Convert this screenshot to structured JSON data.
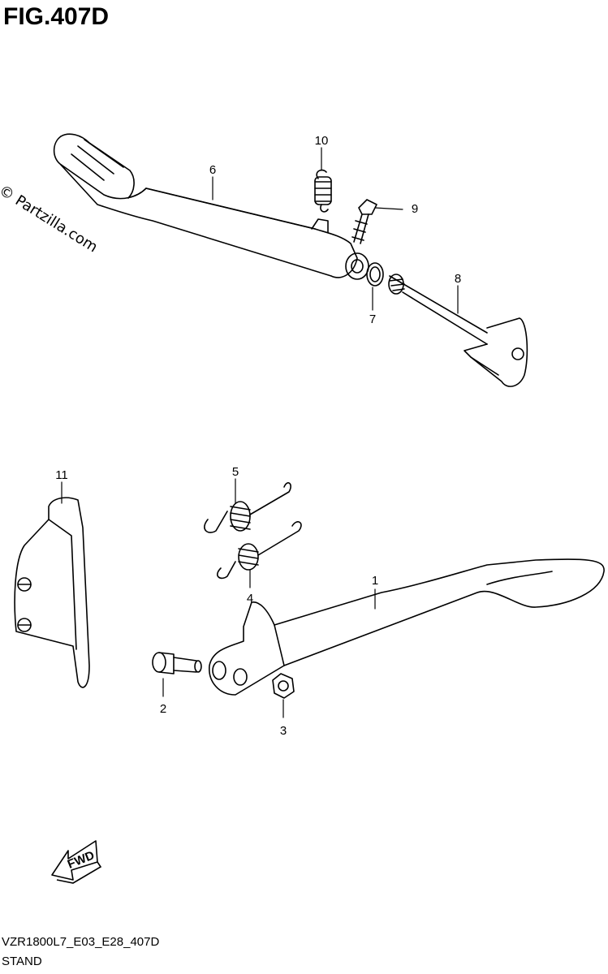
{
  "header": {
    "title": "FIG.407D"
  },
  "watermark": {
    "text": "© Partzilla.com"
  },
  "footer": {
    "code": "VZR1800L7_E03_E28_407D",
    "name": "STAND"
  },
  "fwd_badge": {
    "text": "FWD"
  },
  "callouts": [
    {
      "id": "c1",
      "label": "1"
    },
    {
      "id": "c2",
      "label": "2"
    },
    {
      "id": "c3",
      "label": "3"
    },
    {
      "id": "c4",
      "label": "4"
    },
    {
      "id": "c5",
      "label": "5"
    },
    {
      "id": "c6",
      "label": "6"
    },
    {
      "id": "c7",
      "label": "7"
    },
    {
      "id": "c8",
      "label": "8"
    },
    {
      "id": "c9",
      "label": "9"
    },
    {
      "id": "c10",
      "label": "10"
    },
    {
      "id": "c11",
      "label": "11"
    }
  ]
}
